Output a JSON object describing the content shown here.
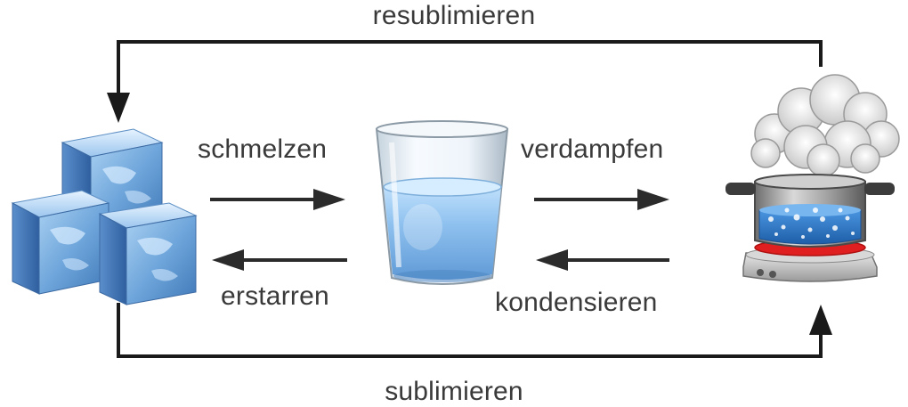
{
  "labels": {
    "resublimation": "resublimieren",
    "melting": "schmelzen",
    "evaporation": "verdampfen",
    "freezing": "erstarren",
    "condensation": "kondensieren",
    "sublimation": "sublimieren"
  },
  "states": [
    "ice-cubes",
    "water-glass",
    "boiling-pot"
  ],
  "colors": {
    "arrow": "#1a1a1a",
    "text": "#3a3a3a",
    "ice": "#7fb2e0",
    "water": "#3f83cf",
    "hotplate": "#e02020"
  }
}
